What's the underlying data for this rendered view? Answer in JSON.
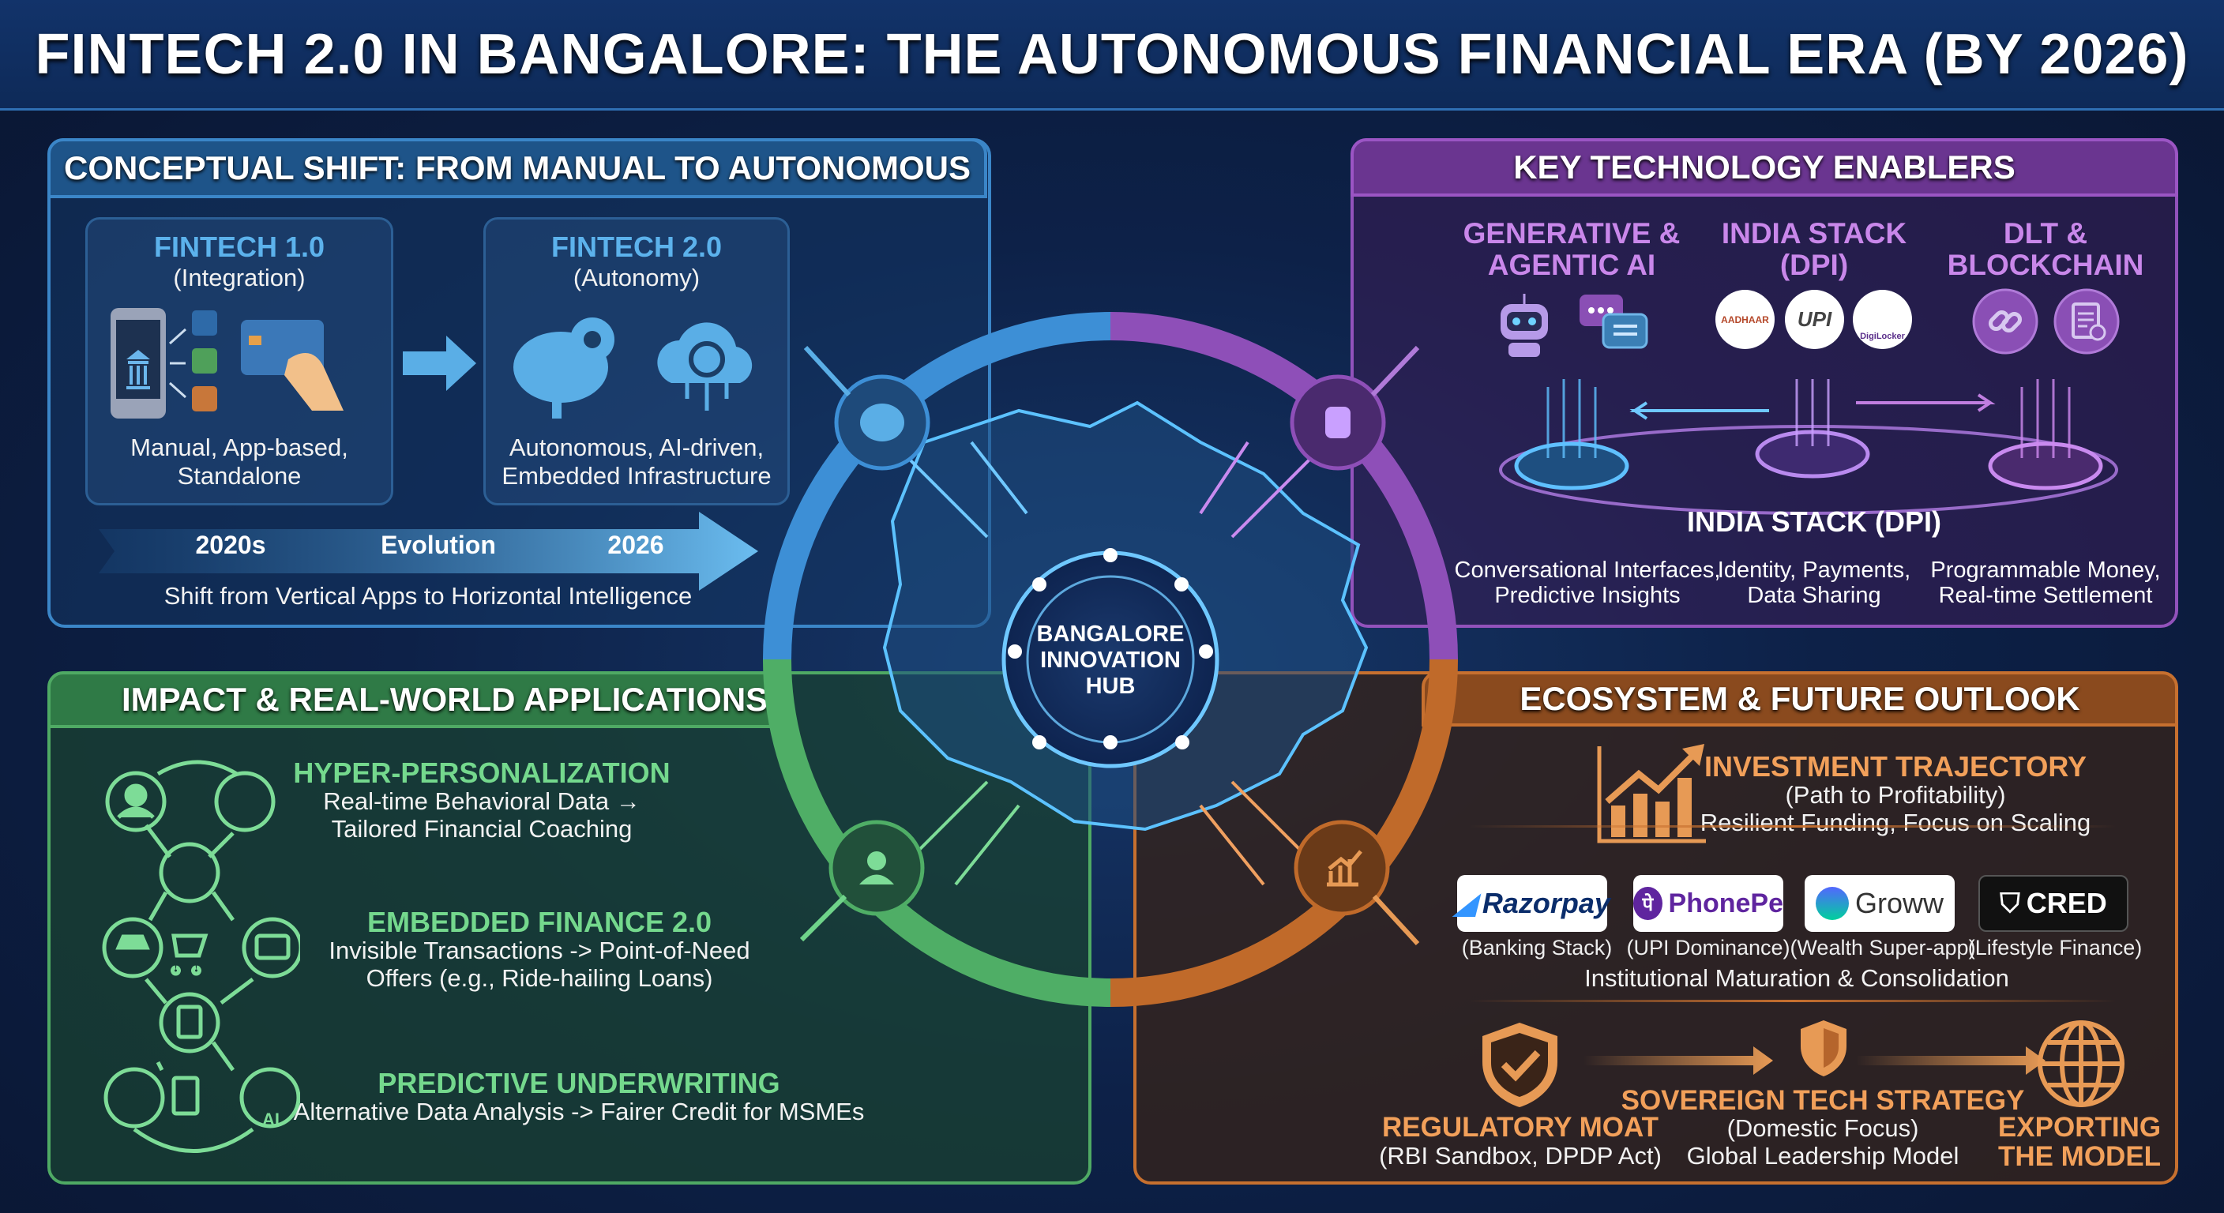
{
  "title": "FINTECH 2.0 IN BANGALORE: THE AUTONOMOUS FINANCIAL ERA (BY 2026)",
  "hub": {
    "lines": [
      "BANGALORE",
      "INNOVATION",
      "HUB"
    ]
  },
  "conceptual_shift": {
    "header": "CONCEPTUAL SHIFT: FROM MANUAL TO AUTONOMOUS",
    "fintech1": {
      "title": "FINTECH 1.0",
      "subtitle": "(Integration)",
      "desc": [
        "Manual, App-based,",
        "Standalone"
      ]
    },
    "fintech2": {
      "title": "FINTECH 2.0",
      "subtitle": "(Autonomy)",
      "desc": [
        "Autonomous, AI-driven,",
        "Embedded Infrastructure"
      ]
    },
    "timeline": {
      "start": "2020s",
      "middle": "Evolution",
      "end": "2026"
    },
    "footer": "Shift from Vertical Apps to Horizontal Intelligence"
  },
  "enablers": {
    "header": "KEY TECHNOLOGY ENABLERS",
    "columns": [
      {
        "title": [
          "GENERATIVE &",
          "AGENTIC AI"
        ],
        "desc": [
          "Conversational Interfaces,",
          "Predictive Insights"
        ]
      },
      {
        "title": [
          "INDIA STACK",
          "(DPI)"
        ],
        "desc": [
          "Identity, Payments,",
          "Data Sharing"
        ],
        "logos": [
          "AADHAAR",
          "UPI",
          "DigiLocker"
        ]
      },
      {
        "title": [
          "DLT &",
          "BLOCKCHAIN"
        ],
        "desc": [
          "Programmable Money,",
          "Real-time Settlement"
        ]
      }
    ],
    "platform_label": "INDIA STACK (DPI)"
  },
  "impact": {
    "header": "IMPACT & REAL-WORLD APPLICATIONS",
    "items": [
      {
        "title": "HYPER-PERSONALIZATION",
        "desc": [
          "Real-time Behavioral Data →",
          "Tailored Financial Coaching"
        ]
      },
      {
        "title": "EMBEDDED FINANCE 2.0",
        "desc": [
          "Invisible Transactions -> Point-of-Need",
          "Offers (e.g., Ride-hailing Loans)"
        ]
      },
      {
        "title": "PREDICTIVE UNDERWRITING",
        "desc": [
          "Alternative Data Analysis -> Fairer Credit for MSMEs"
        ]
      }
    ],
    "ai_badge": "AI"
  },
  "ecosystem": {
    "header": "ECOSYSTEM & FUTURE OUTLOOK",
    "investment": {
      "title": "INVESTMENT TRAJECTORY",
      "subtitle": "(Path to Profitability)",
      "desc": "Resilient Funding, Focus on Scaling"
    },
    "companies": [
      {
        "name": "Razorpay",
        "caption": "(Banking Stack)"
      },
      {
        "name": "PhonePe",
        "caption": "(UPI Dominance)"
      },
      {
        "name": "Groww",
        "caption": "(Wealth Super-app)"
      },
      {
        "name": "CRED",
        "caption": "(Lifestyle Finance)"
      }
    ],
    "companies_footer": "Institutional Maturation & Consolidation",
    "outlook": [
      {
        "title": "REGULATORY MOAT",
        "desc": [
          "(RBI Sandbox, DPDP Act)"
        ]
      },
      {
        "title": "SOVEREIGN TECH STRATEGY",
        "desc": [
          "(Domestic Focus)",
          "Global Leadership Model"
        ]
      },
      {
        "title": [
          "EXPORTING",
          "THE MODEL"
        ],
        "desc": []
      }
    ]
  },
  "colors": {
    "blue": "#3d8fd6",
    "purple": "#9b55c4",
    "green": "#4fae66",
    "orange": "#c7702f"
  }
}
